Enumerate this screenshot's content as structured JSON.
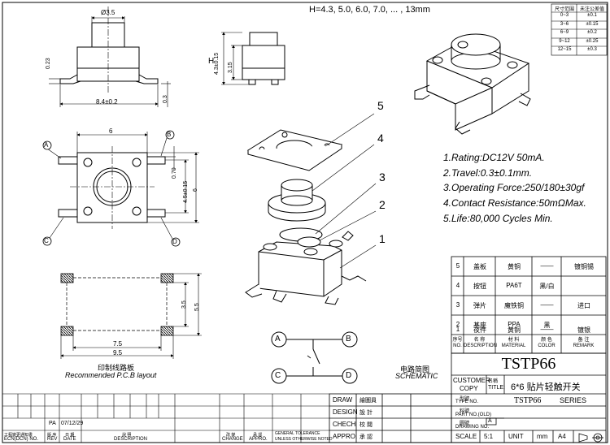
{
  "header": {
    "height_note": "H=4.3, 5.0, 6.0, 7.0, ... , 13mm"
  },
  "tolerance_table": {
    "headers": [
      "尺寸范围",
      "未注公差值"
    ],
    "rows": [
      [
        "0~3",
        "±0.1"
      ],
      [
        "3~6",
        "±0.15"
      ],
      [
        "6~9",
        "±0.2"
      ],
      [
        "9~12",
        "±0.25"
      ],
      [
        "12~15",
        "±0.3"
      ]
    ]
  },
  "dimensions": {
    "top_dia": "Ø3.5",
    "body_width": "8.4±0.2",
    "lead_thk": "0.23",
    "lead_thk2": "0.3",
    "h_label": "H",
    "h_body": "4.3±0.15",
    "h_base": "3.15",
    "width_6": "6",
    "pin_pitch": "4.5±0.15",
    "pin_w": "0.70",
    "side_6": "6",
    "pcb_55": "5.5",
    "pcb_35": "3.5",
    "pcb_75": "7.5",
    "pcb_95": "9.5"
  },
  "pin_labels": [
    "A",
    "B",
    "C",
    "D"
  ],
  "part_numbers": [
    "5",
    "4",
    "3",
    "2",
    "1"
  ],
  "captions": {
    "pcb_cn": "印制线路板",
    "pcb_en": "Recommended P.C.B layout",
    "sch_cn": "电路简图",
    "sch_en": "SCHEMATIC"
  },
  "specs": [
    "1.Rating:DC12V 50mA.",
    "2.Travel:0.3±0.1mm.",
    "3.Operating Force:250/180±30gf",
    "4.Contact Resistance:50mΩMax.",
    "5.Life:80,000 Cycles Min."
  ],
  "bom": {
    "rows": [
      [
        "5",
        "盖板",
        "黄铜",
        "——",
        "镀铜锡"
      ],
      [
        "4",
        "按钮",
        "PA6T",
        "黑/白",
        ""
      ],
      [
        "3",
        "弹片",
        "魔铁铜",
        "——",
        "进口"
      ],
      [
        "2",
        "基座",
        "PPA",
        "黑",
        ""
      ],
      [
        "1",
        "夜件",
        "黄铜",
        "——",
        "镀银"
      ]
    ],
    "header_cn": [
      "序号",
      "名 称",
      "材 料",
      "颜 色",
      "备 注"
    ],
    "header_en": [
      "NO.",
      "DESCRIPTION",
      "MATERIAL",
      "COLOR",
      "REMARK"
    ]
  },
  "title_block": {
    "part": "TSTP66",
    "customer_label": "CUSTOMER",
    "copy_label": "COPY",
    "name_cn": "名稱",
    "title_label": "TITLE:",
    "title_value": "6*6 贴片轻触开关",
    "type_cn": "型號",
    "type_label": "TYPE NO.",
    "type_value": "TSTP66",
    "series_label": "SERIES",
    "partno_cn": "料號",
    "partno_label": "PART NO.(OLD)",
    "drawno_cn": "圖號",
    "drawno_label": "DRAWING NO.",
    "drawno_value": "A",
    "scale_label": "SCALE",
    "scale_value": "5:1",
    "unit_label": "UNIT",
    "unit_value": "mm",
    "size_value": "A4",
    "draw_label": "DRAW",
    "draw_cn": "繪圖員",
    "design_label": "DESIGN",
    "design_cn": "設 計",
    "chech_label": "CHECH",
    "chech_cn": "校 閱",
    "appro_label": "APPRO.",
    "appro_cn": "承 認"
  },
  "revision": {
    "rev_mark": "PA",
    "rev_date": "07/12/29",
    "headers_cn": [
      "工程變更通知書",
      "版 序",
      "日 期",
      "說 明",
      "改 變",
      "承 認"
    ],
    "headers_en": [
      "ECN(DCN) NO.",
      "REV",
      "DATE",
      "DESCRIPTION",
      "CHANGE",
      "APPRO."
    ],
    "tolerance_note": [
      "GENERAL TOLERANCE",
      "UNLESS OTHERWISE NOTED"
    ]
  }
}
